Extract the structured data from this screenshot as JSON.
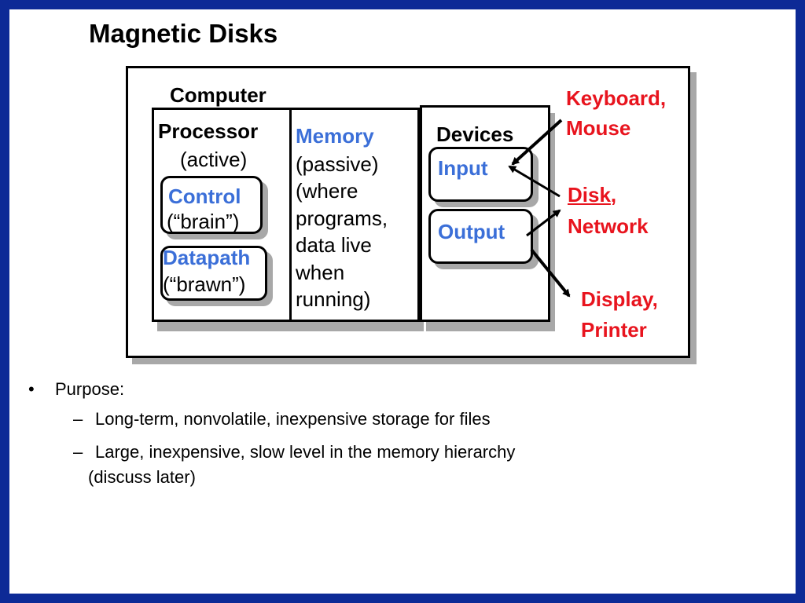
{
  "title": "Magnetic Disks",
  "diagram": {
    "computer_label": "Computer",
    "processor": {
      "label": "Processor",
      "note": "(active)"
    },
    "control": {
      "label": "Control",
      "note": "(“brain”)"
    },
    "datapath": {
      "label": "Datapath",
      "note": "(“brawn”)"
    },
    "memory": {
      "label": "Memory",
      "lines": [
        "(passive)",
        "(where",
        "programs,",
        "data live",
        "when",
        "running)"
      ]
    },
    "devices": {
      "label": "Devices",
      "input": "Input",
      "output": "Output"
    },
    "external": {
      "keyboard": "Keyboard",
      "keyboard_comma": ",",
      "mouse": "Mouse",
      "disk": "Disk",
      "disk_comma": ",",
      "network": "Network",
      "display": "Display",
      "display_comma": ",",
      "printer": "Printer"
    }
  },
  "bullets": {
    "marker": "•",
    "dash": "–",
    "heading": "Purpose:",
    "items": [
      "Long-term, nonvolatile, inexpensive storage for files",
      "Large, inexpensive, slow level in the memory hierarchy",
      "(discuss later)"
    ]
  },
  "colors": {
    "frame": "#0d2a96",
    "component_blue": "#3b6fd8",
    "device_red": "#e8141e",
    "shadow": "#a8a8a8"
  }
}
